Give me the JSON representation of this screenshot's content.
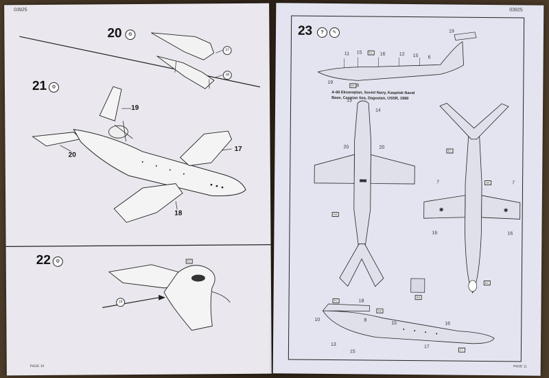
{
  "left_page": {
    "header_code": "03925",
    "footer_text": "PAGE 10",
    "steps": [
      {
        "num": "20",
        "parts": [
          "37",
          "38"
        ]
      },
      {
        "num": "21",
        "callouts": [
          "19",
          "20",
          "17",
          "18"
        ]
      },
      {
        "num": "22",
        "part": "19",
        "code": "EC"
      }
    ]
  },
  "right_page": {
    "header_code": "03925",
    "footer_text": "PAGE 11",
    "step_num": "23",
    "help_icon": "?",
    "caption_lines": [
      "A-90 Ekranoplan, Soviet Navy, Kaspiisk Naval",
      "Base, Caspian Sea, Dagestan, USSR, 1990"
    ],
    "top_view_labels": [
      "13",
      "14",
      "20",
      "20"
    ],
    "side_top_labels": [
      "11",
      "15",
      "16",
      "12",
      "15",
      "6",
      "19",
      "19",
      "8"
    ],
    "bottom_labels": [
      "10",
      "8",
      "15",
      "16",
      "13",
      "15",
      "17",
      "18"
    ],
    "right_view_labels": [
      "7",
      "7",
      "16",
      "16"
    ],
    "color_codes": [
      "EC",
      "EK",
      "AK",
      "AK",
      "EC",
      "EC",
      "EK",
      "FC",
      "FC",
      "AK"
    ]
  }
}
